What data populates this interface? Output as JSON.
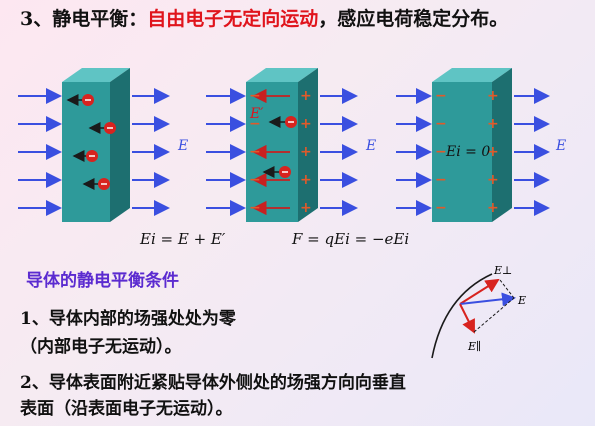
{
  "heading": {
    "number": "3、静电平衡：",
    "highlight": "自由电子无定向运动",
    "rest": "，感应电荷稳定分布。"
  },
  "figure": {
    "e_label": "E",
    "e_prime_label": "E′",
    "ei_zero_label": "Ei = 0"
  },
  "formulas": {
    "field_sum": "Ei = E + E′",
    "force": "F = qEi = −eEi"
  },
  "conditions": {
    "title": "导体的静电平衡条件",
    "item1_line1": "1、导体内部的场强处处为零",
    "item1_line2": "（内部电子无运动）。",
    "item2_line1": "2、导体表面附近紧贴导体外侧处的场强方向向垂直",
    "item2_line2": "表面（沿表面电子无运动）。"
  },
  "surface_diagram": {
    "e_perp_label": "E⊥",
    "e_label": "E",
    "e_par_label": "E∥"
  },
  "colors": {
    "highlight_red": "#e0141c",
    "conditions_title": "#5b2bd0",
    "field_arrow": "#3a4fe0",
    "slab_front": "#2e9a9a",
    "slab_side": "#1d6f70",
    "slab_top": "#5fc4c4",
    "charge_red": "#d8231f"
  }
}
